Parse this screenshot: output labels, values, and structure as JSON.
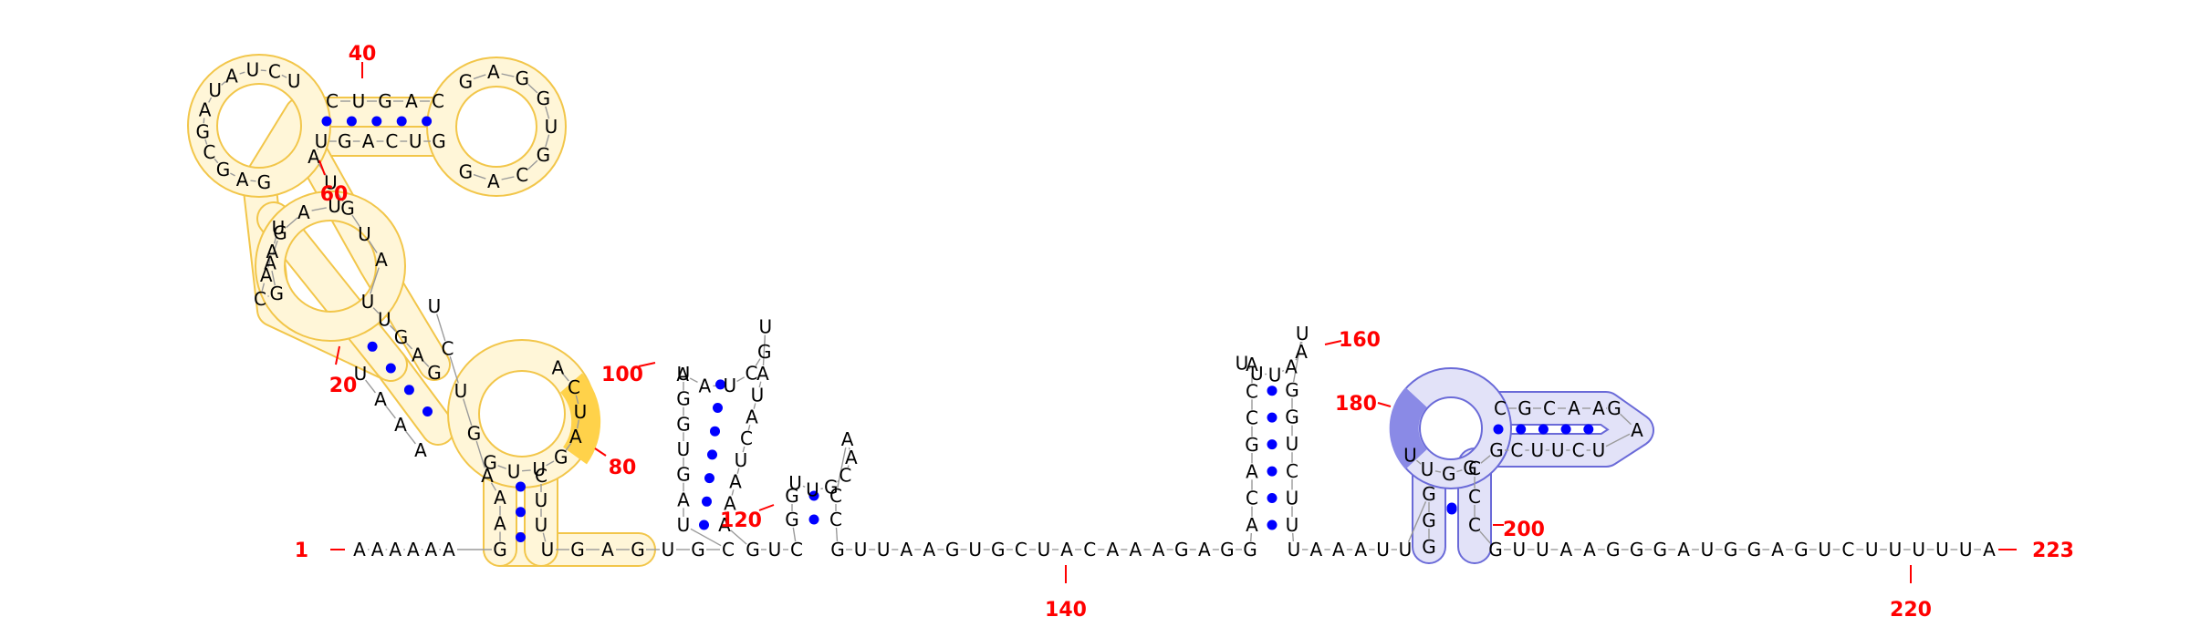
{
  "colors": {
    "nucleotide": "#000000",
    "backbone": "#9a9a9a",
    "pair": "#0000ff",
    "number": "#ff0000",
    "highlight_yellow_stroke": "#f2c64a",
    "highlight_yellow_fill": "#fff6d8",
    "highlight_yellow_strong": "#ffd24a",
    "highlight_blue_stroke": "#6a6ad8",
    "highlight_blue_fill": "#e2e2f8",
    "highlight_blue_strong": "#8a8ae6"
  },
  "segments": {
    "s1_unpaired_5prime": "AAAAAA",
    "s2_stem_left": "GAA",
    "s3_loop_left": "AGUCU",
    "s4_stem_a_left": "AAAU",
    "s5_internal_left": "UAGAG",
    "s6_stem_b_left": "CAAU",
    "s7_hairpin_upper_left": "UCUAUAGCGAG",
    "s8_stem_top_left": "CUGAC",
    "s9_hairpin_right": "GACGUGGAG",
    "s10_stem_top_right": "GUCAGU",
    "s11_junction": "AUGUA",
    "s12_stem_a_right": "UUGAG",
    "s13_loop_right": "GUUGAUCA",
    "s14_stem_right": "CUU",
    "s15_linker": "UGAGUGC",
    "h1_stem_left": "UAGUGGU",
    "h1_loop": "AAUCGU",
    "h1_stem_right": "AUACUAAA",
    "linker2": "GUC",
    "h2_stem_left": "GG",
    "h2_loop": "UUGCAA",
    "h2_stem_right": "CC",
    "linker3": "GUUAAGUGCUACAAAGAGG",
    "h3_stem_left": "ACAGCCA",
    "h3_loop": "UUUAAU",
    "h3_stem_right": "GGUCUU",
    "linker4": "UAAAUU",
    "h4_stem_left": "GGG",
    "h4_loop_a": "UUGG",
    "h4_inner_left": "CGCAA",
    "h4_loop_b": "GA",
    "h4_inner_right": "UCUUCG",
    "h4_stem_right": "CCC",
    "tail_3prime": "GUUAAGGGAUGGAGUCUUUUUA"
  },
  "numbers": {
    "n1": "1",
    "n20": "20",
    "n40": "40",
    "n60": "60",
    "n80": "80",
    "n100": "100",
    "n120": "120",
    "n140": "140",
    "n160": "160",
    "n180": "180",
    "n200": "200",
    "n220": "220",
    "n223": "223"
  }
}
